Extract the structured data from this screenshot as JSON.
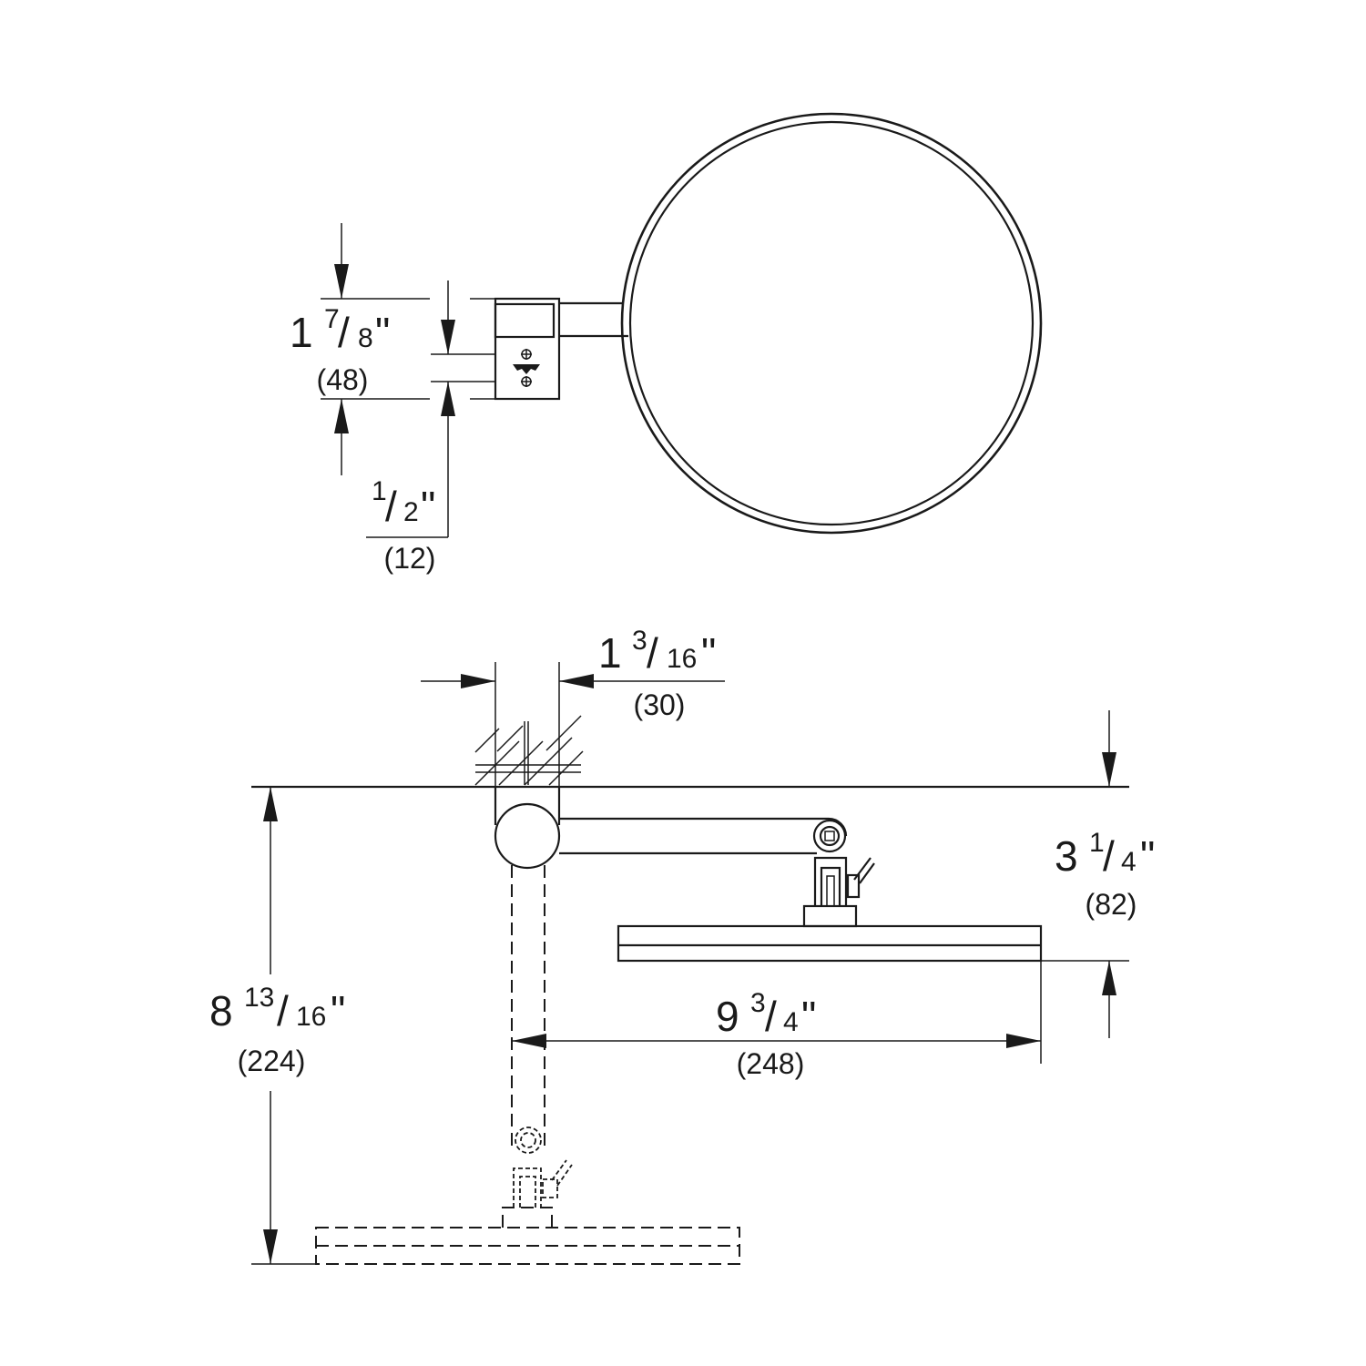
{
  "dimensions": {
    "mount_height": {
      "whole": "1",
      "num": "7",
      "den": "8",
      "unit": "\"",
      "mm": "(48)"
    },
    "screw_spacing": {
      "whole": "",
      "num": "1",
      "den": "2",
      "unit": "\"",
      "mm": "(12)"
    },
    "mount_width": {
      "whole": "1",
      "num": "3",
      "den": "16",
      "unit": "\"",
      "mm": "(30)"
    },
    "mirror_offset": {
      "whole": "3",
      "num": "1",
      "den": "4",
      "unit": "\"",
      "mm": "(82)"
    },
    "arm_reach": {
      "whole": "9",
      "num": "3",
      "den": "4",
      "unit": "\"",
      "mm": "(248)"
    },
    "total_extension": {
      "whole": "8",
      "num": "13",
      "den": "16",
      "unit": "\"",
      "mm": "(224)"
    }
  }
}
